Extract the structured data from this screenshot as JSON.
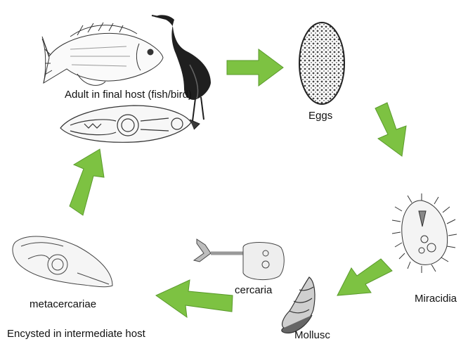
{
  "labels": {
    "adult": "Adult in final host (fish/bird)",
    "eggs": "Eggs",
    "miracidia": "Miracidia",
    "mollusc": "Mollusc",
    "cercaria": "cercaria",
    "metacercariae": "metacercariae",
    "encysted": "Encysted in intermediate host"
  },
  "colors": {
    "arrow_fill": "#7dc242",
    "arrow_stroke": "#5a9a2c",
    "sketch": "#333333",
    "bird": "#1a1a1a"
  },
  "icons": [
    "fish-icon",
    "heron-icon",
    "adult-fluke-icon",
    "egg-icon",
    "miracidium-icon",
    "snail-icon",
    "cercaria-icon",
    "metacercaria-icon"
  ]
}
